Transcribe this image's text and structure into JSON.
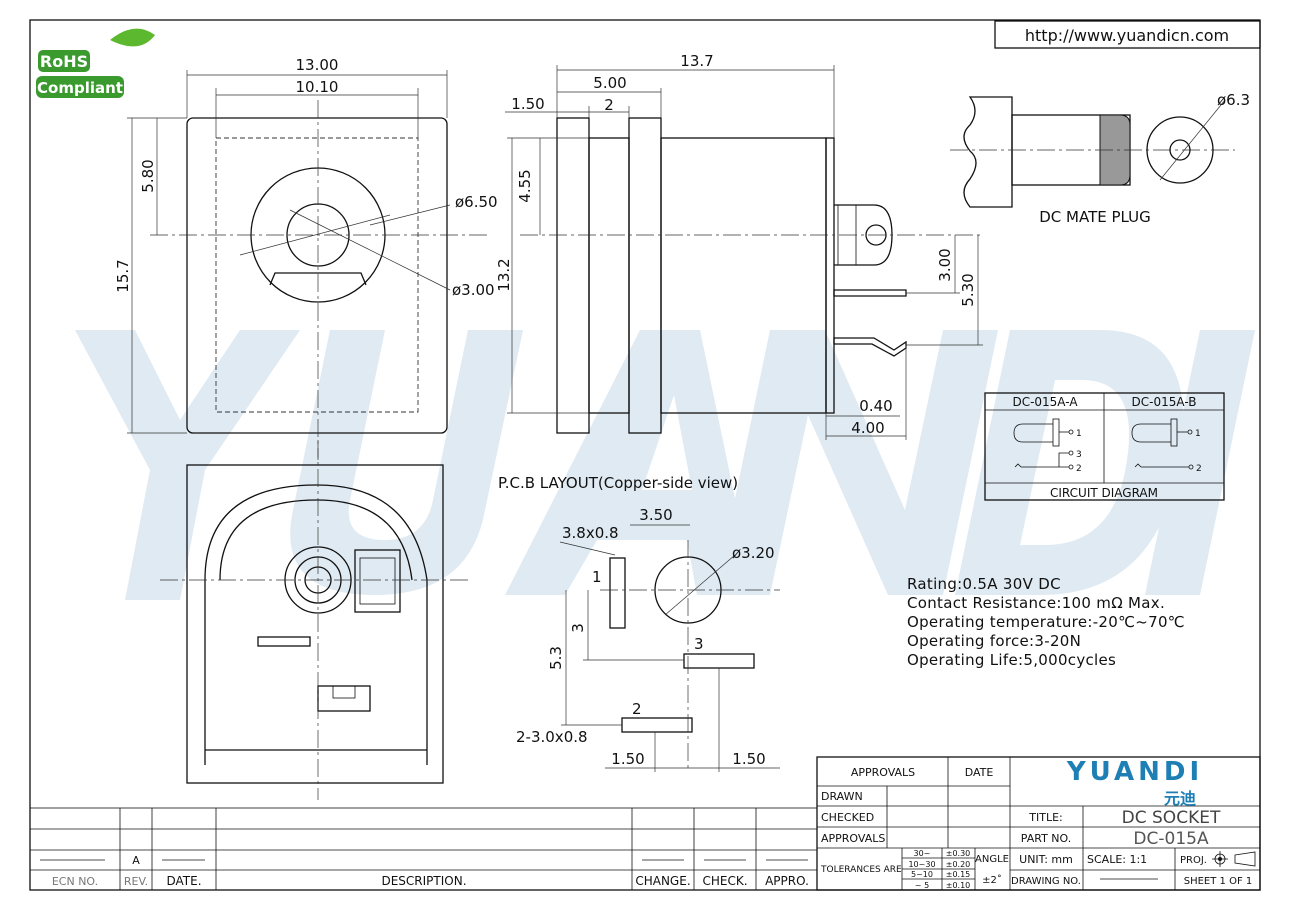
{
  "url": "http://www.yuandicn.com",
  "rohs": {
    "top": "RoHS",
    "bottom": "Compliant"
  },
  "watermark": "YUANDI 元迪",
  "front_view": {
    "width_outer": "13.00",
    "width_inner": "10.10",
    "height": "15.7",
    "offset": "5.80",
    "dia_outer": "ø6.50",
    "dia_inner": "ø3.00"
  },
  "side_view": {
    "length": "13.7",
    "d1": "5.00",
    "d2": "1.50",
    "d3": "2",
    "h1": "4.55",
    "h2": "13.2",
    "p1": "3.00",
    "p2": "5.30",
    "t1": "0.40",
    "t2": "4.00"
  },
  "plug": {
    "dia": "ø6.3",
    "label": "DC MATE PLUG"
  },
  "circuit": {
    "col_a": "DC-015A-A",
    "col_b": "DC-015A-B",
    "caption": "CIRCUIT DIAGRAM",
    "pins": [
      "1",
      "2",
      "3"
    ]
  },
  "pcb": {
    "title": "P.C.B LAYOUT(Copper-side view)",
    "pad1": "3.8x0.8",
    "spacing": "3.50",
    "hole": "ø3.20",
    "v1": "3",
    "v2": "5.3",
    "pads23": "2-3.0x0.8",
    "h1": "1.50",
    "h2": "1.50",
    "labels": [
      "1",
      "2",
      "3"
    ]
  },
  "specs": [
    "Rating:0.5A 30V DC",
    "Contact Resistance:100 mΩ Max.",
    "Operating temperature:-20℃~70℃",
    "Operating force:3-20N",
    "Operating Life:5,000cycles"
  ],
  "revision": {
    "headers": [
      "ECN NO.",
      "REV.",
      "DATE.",
      "DESCRIPTION.",
      "CHANGE.",
      "CHECK.",
      "APPRO."
    ],
    "rev": "A"
  },
  "title_block": {
    "approvals": "APPROVALS",
    "date": "DATE",
    "drawn": "DRAWN",
    "checked": "CHECKED",
    "approvals2": "APPROVALS",
    "logo": "YUANDI",
    "logo_cn": "元迪",
    "title_label": "TITLE:",
    "title": "DC SOCKET",
    "part_label": "PART NO.",
    "part": "DC-015A",
    "tolerances": "TOLERANCES ARE",
    "tol_ranges": [
      "30~",
      "10~30",
      "5~10",
      "~ 5"
    ],
    "tol_values": [
      "±0.30",
      "±0.20",
      "±0.15",
      "±0.10"
    ],
    "angle": "ANGLE",
    "angle_tol": "±2˚",
    "unit": "UNIT:  mm",
    "scale": "SCALE:   1:1",
    "proj": "PROJ.",
    "drawing_no": "DRAWING NO.",
    "sheet": "SHEET   1  OF  1"
  },
  "colors": {
    "logo_blue": "#1e7fb5",
    "logo_green": "#3fa535",
    "watermark": "#dfeaf2",
    "rohs_green": "#3a9a2e"
  }
}
